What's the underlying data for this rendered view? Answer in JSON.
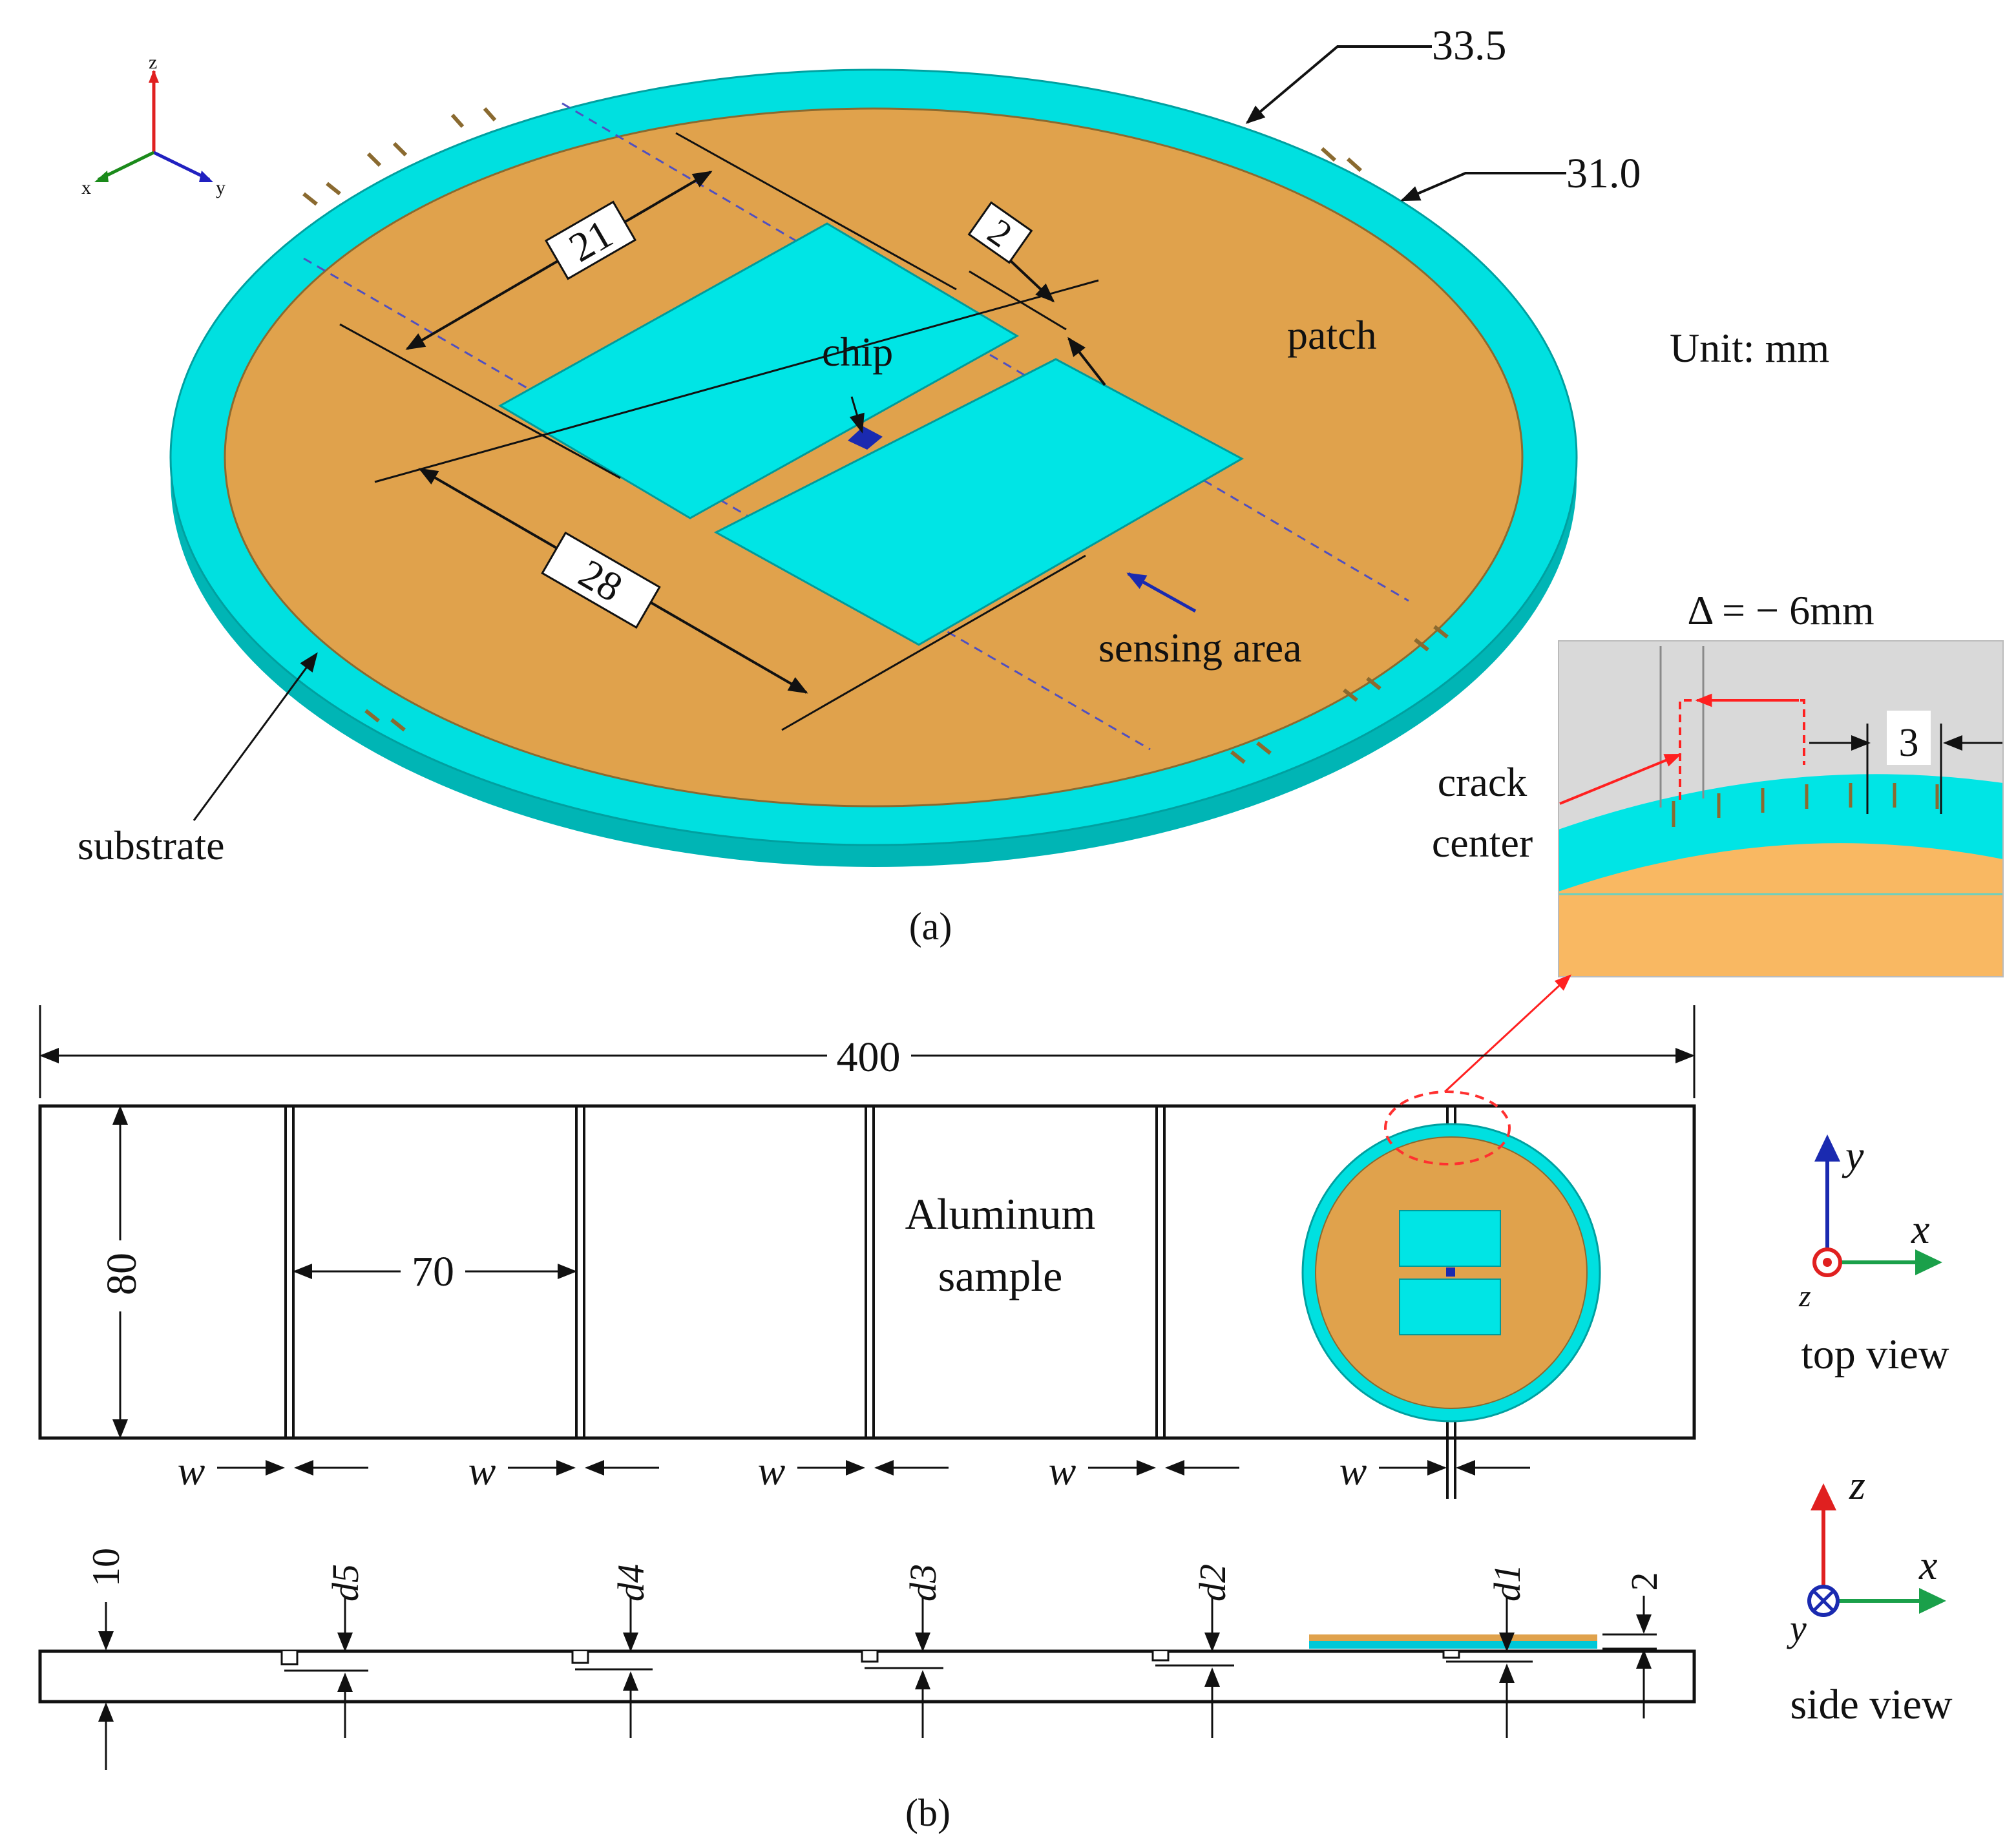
{
  "panel_a": {
    "caption": "(a)",
    "dims": {
      "outer": "33.5",
      "inner": "31.0",
      "length": "21",
      "gap": "2",
      "width": "28"
    },
    "labels": {
      "patch": "patch",
      "chip": "chip",
      "sensing_area": "sensing area",
      "substrate": "substrate",
      "unit": "Unit: mm"
    },
    "axes": {
      "z": "z",
      "x": "x",
      "y": "y"
    },
    "colors": {
      "patch": "#E0A24C",
      "substrate": "#00E0E0",
      "chip": "#1A2AB0"
    }
  },
  "inset": {
    "delta": "Δ = − 6mm",
    "dim": "3",
    "crack_line1": "crack",
    "crack_line2": "center",
    "colors": {
      "background": "#D9D9D9",
      "band": "#00E5E5",
      "patch": "#F9B862",
      "accent": "#FF2020"
    }
  },
  "panel_b": {
    "caption": "(b)",
    "dims": {
      "length": "400",
      "height": "80",
      "spacing": "70",
      "slit": "w",
      "thickness": "10",
      "patch_thickness": "2"
    },
    "sample_line1": "Aluminum",
    "sample_line2": "sample",
    "depths": [
      "d5",
      "d4",
      "d3",
      "d2",
      "d1"
    ],
    "top_view": {
      "caption": "top view",
      "x": "x",
      "y": "y",
      "z": "z"
    },
    "side_view": {
      "caption": "side view",
      "x": "x",
      "z": "z",
      "y": "y"
    }
  }
}
